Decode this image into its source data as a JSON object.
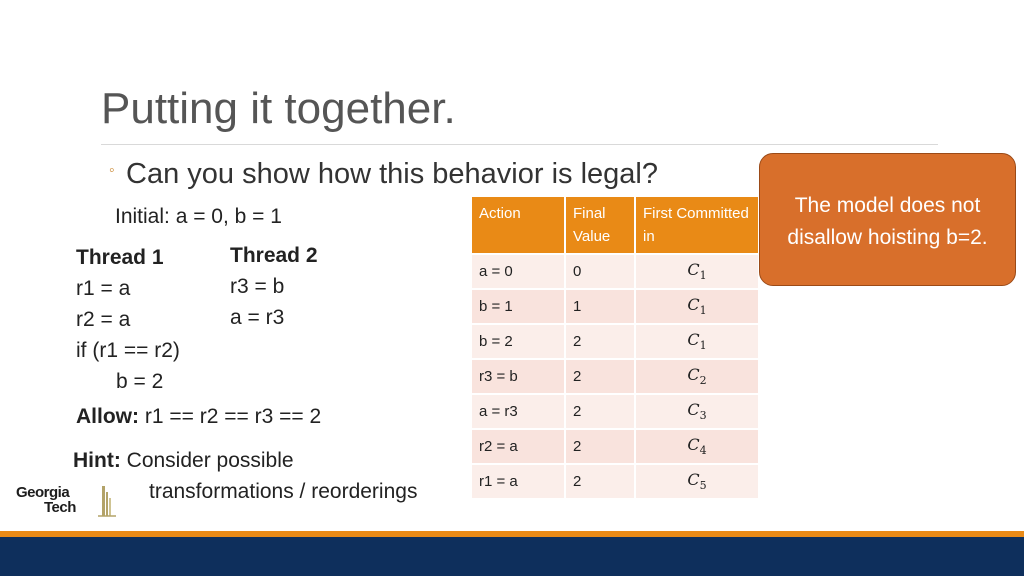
{
  "slide": {
    "title": "Putting it together.",
    "bullet_symbol": "◦",
    "bullet": "Can you show how this behavior is legal?",
    "initial": "Initial: a = 0, b = 1"
  },
  "thread1": {
    "header": "Thread 1",
    "lines": [
      "r1 = a",
      "r2 = a",
      "if (r1 == r2)",
      "b = 2"
    ]
  },
  "thread2": {
    "header": "Thread 2",
    "lines": [
      "r3 = b",
      "a = r3"
    ]
  },
  "allow": {
    "label": "Allow:",
    "text": " r1 == r2 == r3 == 2"
  },
  "hint": {
    "label": "Hint:",
    "line1": " Consider possible",
    "line2": "transformations / reorderings"
  },
  "table": {
    "headers": [
      "Action",
      "Final Value",
      "First Committed in"
    ],
    "rows": [
      {
        "action": "a = 0",
        "value": "0",
        "commit_base": "C",
        "commit_sub": "1"
      },
      {
        "action": "b = 1",
        "value": "1",
        "commit_base": "C",
        "commit_sub": "1"
      },
      {
        "action": "b = 2",
        "value": "2",
        "commit_base": "C",
        "commit_sub": "1"
      },
      {
        "action": "r3 = b",
        "value": "2",
        "commit_base": "C",
        "commit_sub": "2"
      },
      {
        "action": "a = r3",
        "value": "2",
        "commit_base": "C",
        "commit_sub": "3"
      },
      {
        "action": "r2 = a",
        "value": "2",
        "commit_base": "C",
        "commit_sub": "4"
      },
      {
        "action": "r1 = a",
        "value": "2",
        "commit_base": "C",
        "commit_sub": "5"
      }
    ]
  },
  "callout": {
    "text": "The model does not disallow hoisting b=2."
  },
  "logo": {
    "line1": "Georgia",
    "line2": "Tech"
  },
  "colors": {
    "accent_orange": "#e98a16",
    "callout_orange": "#d86f2b",
    "footer_navy": "#0e2f5c"
  }
}
